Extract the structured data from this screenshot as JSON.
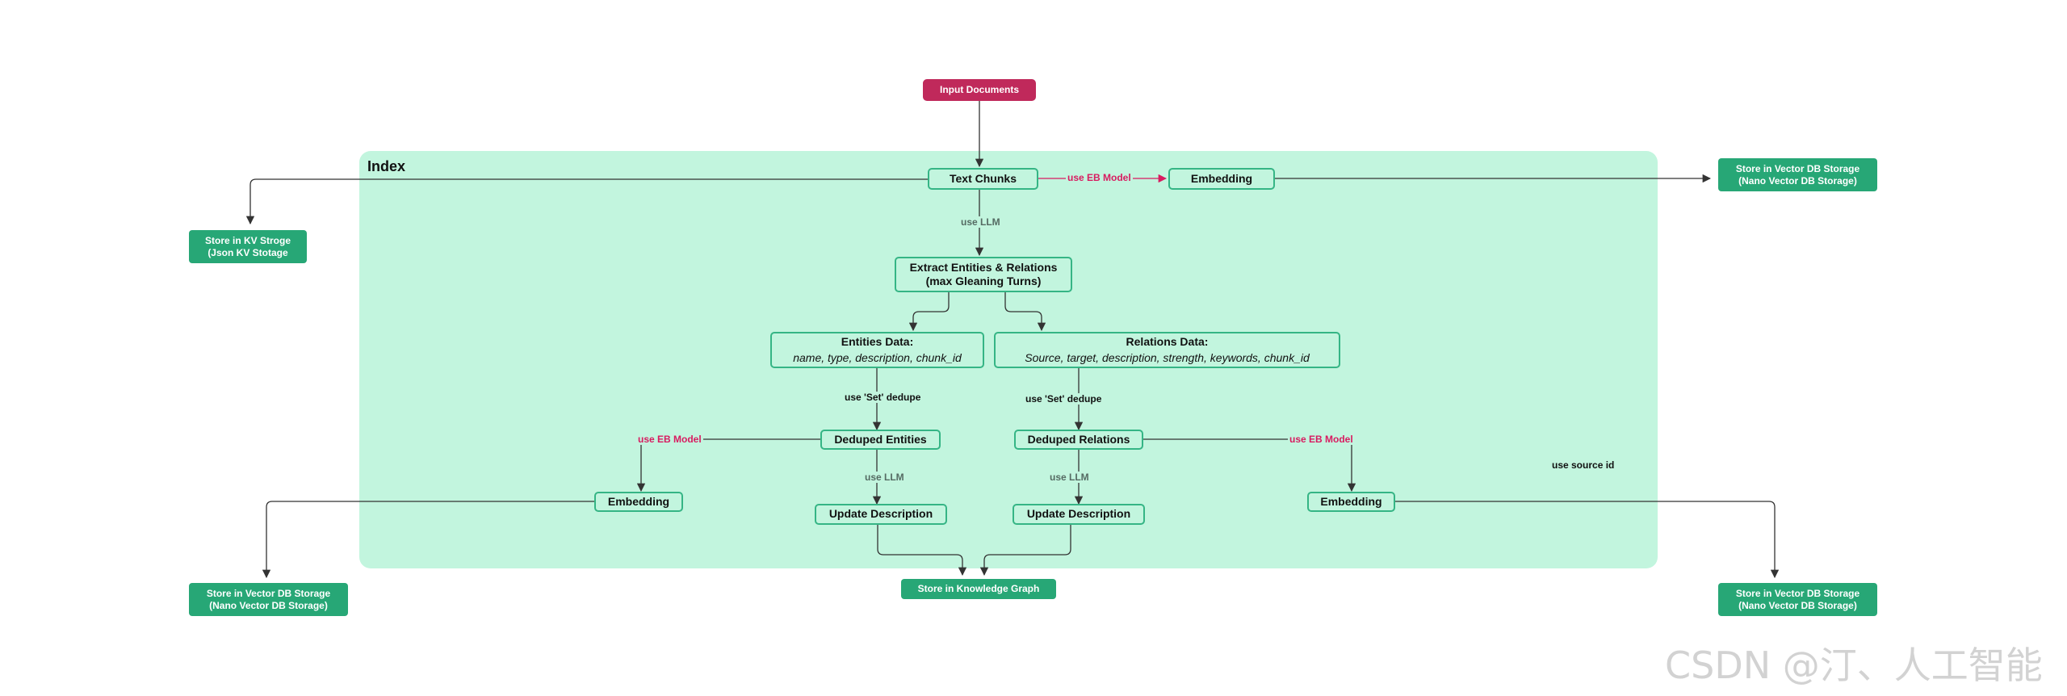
{
  "index_title": "Index",
  "nodes": {
    "input_documents": "Input Documents",
    "text_chunks": "Text Chunks",
    "embedding_top": "Embedding",
    "store_vector_top": {
      "line1": "Store in Vector DB Storage",
      "line2": "(Nano Vector DB Storage)"
    },
    "store_kv": {
      "line1": "Store in KV Stroge",
      "line2": "(Json KV Stotage"
    },
    "extract": {
      "line1": "Extract Entities & Relations",
      "line2": "(max Gleaning Turns)"
    },
    "entities_data": {
      "line1": "Entities Data:",
      "line2": "name, type, description, chunk_id"
    },
    "relations_data": {
      "line1": "Relations Data:",
      "line2": "Source, target, description, strength, keywords, chunk_id"
    },
    "deduped_entities": "Deduped Entities",
    "deduped_relations": "Deduped Relations",
    "embedding_left": "Embedding",
    "embedding_right": "Embedding",
    "update_desc_left": "Update Description",
    "update_desc_right": "Update Description",
    "store_vector_left": {
      "line1": "Store in Vector DB Storage",
      "line2": "(Nano Vector DB Storage)"
    },
    "store_vector_right": {
      "line1": "Store in Vector DB Storage",
      "line2": "(Nano Vector DB Storage)"
    },
    "store_kg": "Store in Knowledge Graph"
  },
  "edge_labels": {
    "eb_model_top": "use EB Model",
    "llm_extract": "use LLM",
    "set_dedupe_entities": "use 'Set' dedupe",
    "set_dedupe_relations": "use 'Set' dedupe",
    "eb_model_left": "use EB Model",
    "eb_model_right": "use EB Model",
    "llm_update_left": "use LLM",
    "llm_update_right": "use LLM",
    "source_id": "use source id"
  },
  "watermark": "CSDN @汀、人工智能",
  "colors": {
    "region_fill": "#c2f5de",
    "node_border": "#35b585",
    "storage_fill": "#27a776",
    "input_fill": "#c0295b",
    "accent_pink": "#d81b60",
    "line": "#333333"
  }
}
